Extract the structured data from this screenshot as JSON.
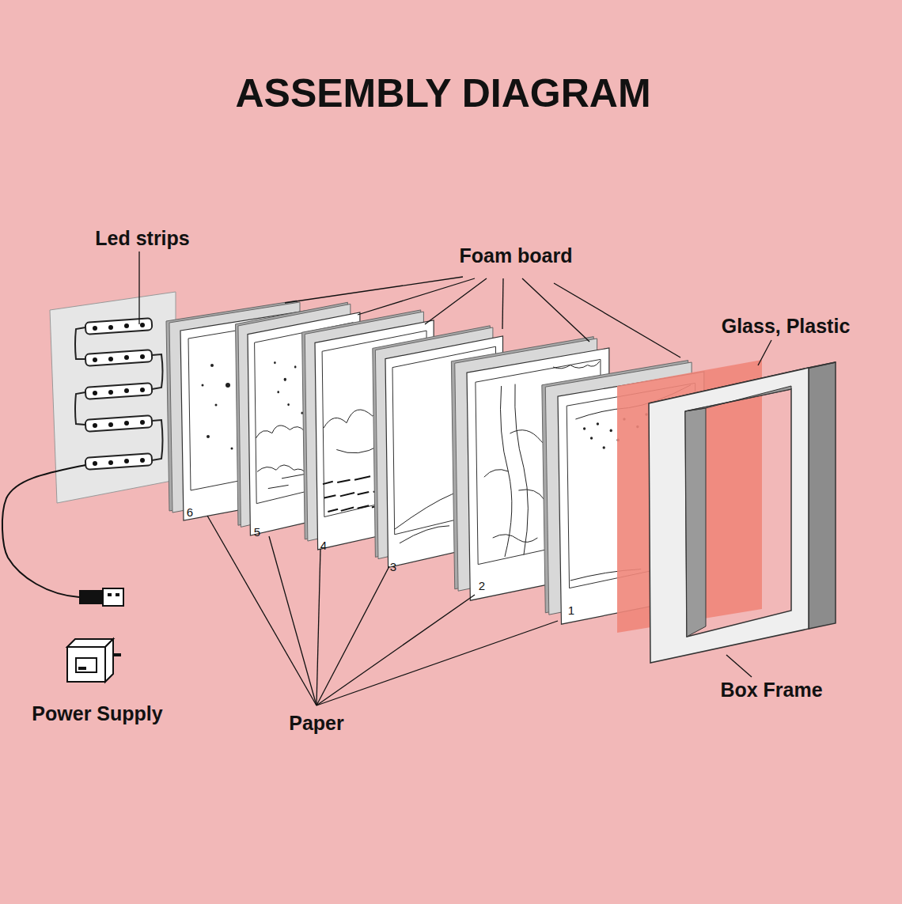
{
  "diagram": {
    "title": "ASSEMBLY DIAGRAM",
    "labels": [
      "Led strips",
      "Foam board",
      "Glass, Plastic",
      "Paper",
      "Power Supply",
      "Box Frame",
      "6",
      "5",
      "4",
      "3",
      "2",
      "1"
    ]
  }
}
